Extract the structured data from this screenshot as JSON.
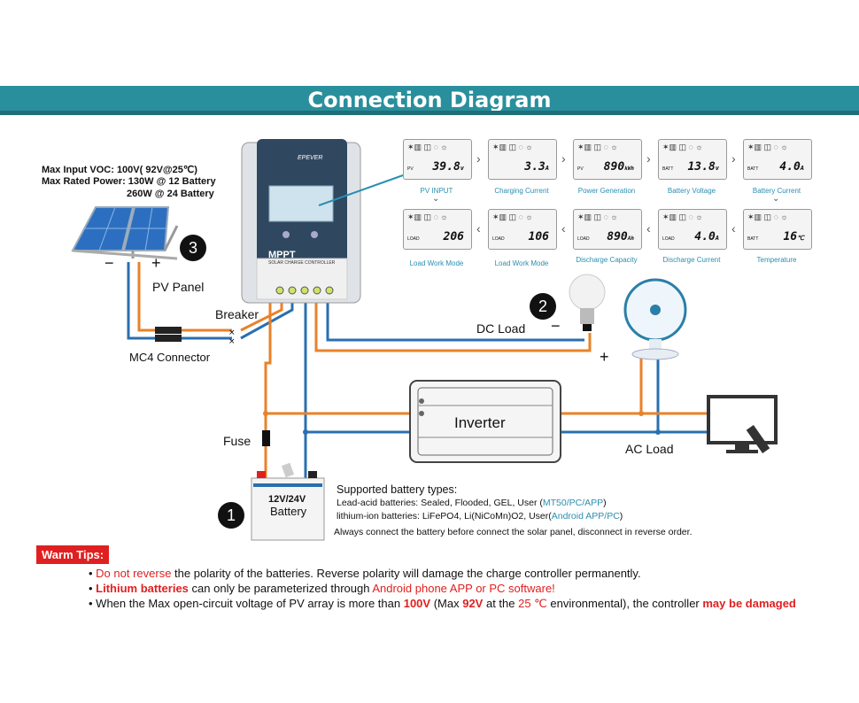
{
  "title": "Connection Diagram",
  "specs": {
    "line1": "Max Input VOC: 100V( 92V@25℃)",
    "line2": "Max Rated  Power:  130W @ 12 Battery",
    "line3": "260W @ 24 Battery"
  },
  "labels": {
    "pv_panel": "PV Panel",
    "breaker": "Breaker",
    "mc4": "MC4 Connector",
    "fuse": "Fuse",
    "dc_load": "DC Load",
    "ac_load": "AC Load",
    "inverter": "Inverter",
    "battery_line1": "12V/24V",
    "battery_line2": "Battery",
    "mppt": "MPPT",
    "mppt_sub": "SOLAR CHARGE CONTROLLER",
    "brand": "EPEVER",
    "plus": "+",
    "minus": "−"
  },
  "badges": [
    "1",
    "2",
    "3"
  ],
  "lcd_screens": [
    {
      "value": "39.8",
      "unit": "v",
      "tag": "PV",
      "caption": "PV INPUT"
    },
    {
      "value": "3.3",
      "unit": "A",
      "tag": "",
      "caption": "Charging Current"
    },
    {
      "value": "890",
      "unit": "kWh",
      "tag": "PV",
      "caption": "Power Generation"
    },
    {
      "value": "13.8",
      "unit": "v",
      "tag": "BATT",
      "caption": "Battery Voltage"
    },
    {
      "value": "4.0",
      "unit": "A",
      "tag": "BATT",
      "caption": "Battery Current"
    },
    {
      "value": "206",
      "unit": "",
      "tag": "LOAD",
      "caption": "Load Work Mode"
    },
    {
      "value": "106",
      "unit": "",
      "tag": "LOAD",
      "caption": "Load Work Mode"
    },
    {
      "value": "890",
      "unit": "Ah",
      "tag": "LOAD",
      "caption": "Discharge Capacity"
    },
    {
      "value": "4.0",
      "unit": "A",
      "tag": "LOAD",
      "caption": "Discharge Current"
    },
    {
      "value": "16",
      "unit": "℃",
      "tag": "BATT",
      "caption": "Temperature"
    }
  ],
  "battery_types": {
    "heading": "Supported battery types:",
    "lead_prefix": "Lead-acid batteries: Sealed, Flooded, GEL, User (",
    "lead_link": "MT50/PC/APP",
    "lead_suffix": ")",
    "lith_prefix": "lithium-ion batteries: LiFePO4, Li(NiCoMn)O2, User(",
    "lith_link": "Android APP/PC",
    "lith_suffix": ")",
    "note": "Always connect the battery before connect the solar panel, disconnect in reverse order."
  },
  "warm_tips": {
    "label": "Warm Tips:",
    "tip1_red": "Do not reverse",
    "tip1_rest": " the polarity of the batteries. Reverse polarity will damage the charge controller permanently.",
    "tip2_red": "Lithium batteries",
    "tip2_mid": " can only be parameterized through ",
    "tip2_red2": "Android phone APP or PC software!",
    "tip3_a": "When the Max open-circuit voltage of PV array is more than ",
    "tip3_b": "100V",
    "tip3_c": " (Max ",
    "tip3_d": "92V",
    "tip3_e": " at the ",
    "tip3_f": "25 ℃",
    "tip3_g": " environmental), the controller ",
    "tip3_h": "may be damaged"
  },
  "colors": {
    "title_bar": "#2a8f9c",
    "positive_wire": "#e8822a",
    "negative_wire": "#2a6fb0",
    "warn": "#e02020",
    "link": "#2a8fb0"
  }
}
